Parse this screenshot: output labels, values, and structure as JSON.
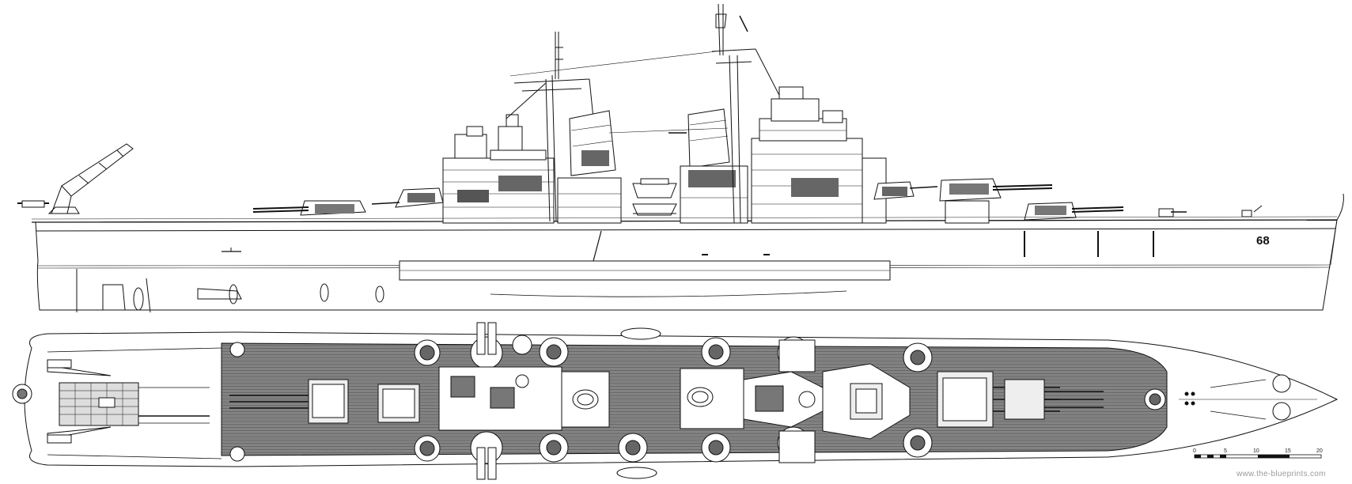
{
  "side_view": {
    "hull_number": "68"
  },
  "scale_bar": {
    "ticks": [
      "0",
      "5",
      "10",
      "15",
      "20"
    ]
  },
  "watermark": "www.the-blueprints.com"
}
